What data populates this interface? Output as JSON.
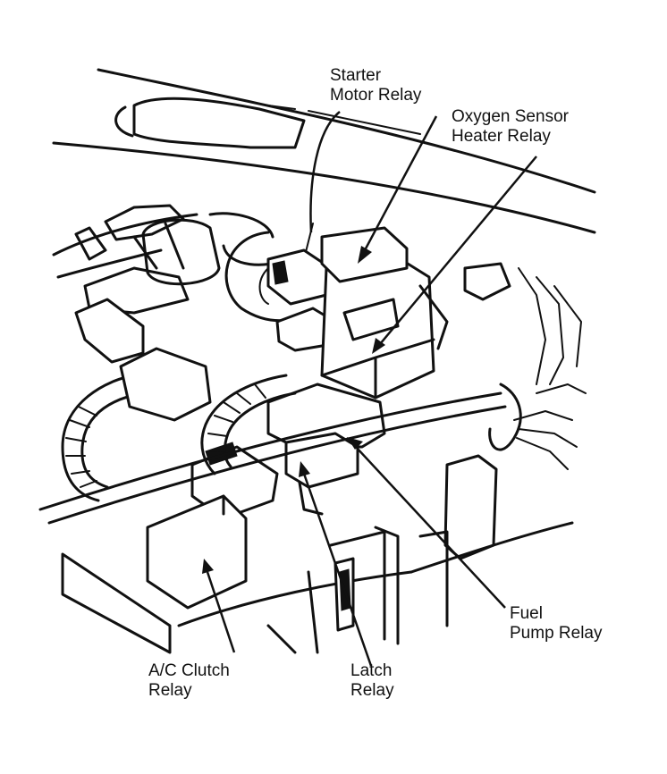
{
  "callouts": {
    "starter_motor_relay": [
      "Starter",
      "Motor Relay"
    ],
    "oxygen_sensor_heater_relay": [
      "Oxygen Sensor",
      "Heater Relay"
    ],
    "fuel_pump_relay": [
      "Fuel",
      "Pump Relay"
    ],
    "ac_clutch_relay": [
      "A/C Clutch",
      "Relay"
    ],
    "latch_relay": [
      "Latch",
      "Relay"
    ]
  }
}
